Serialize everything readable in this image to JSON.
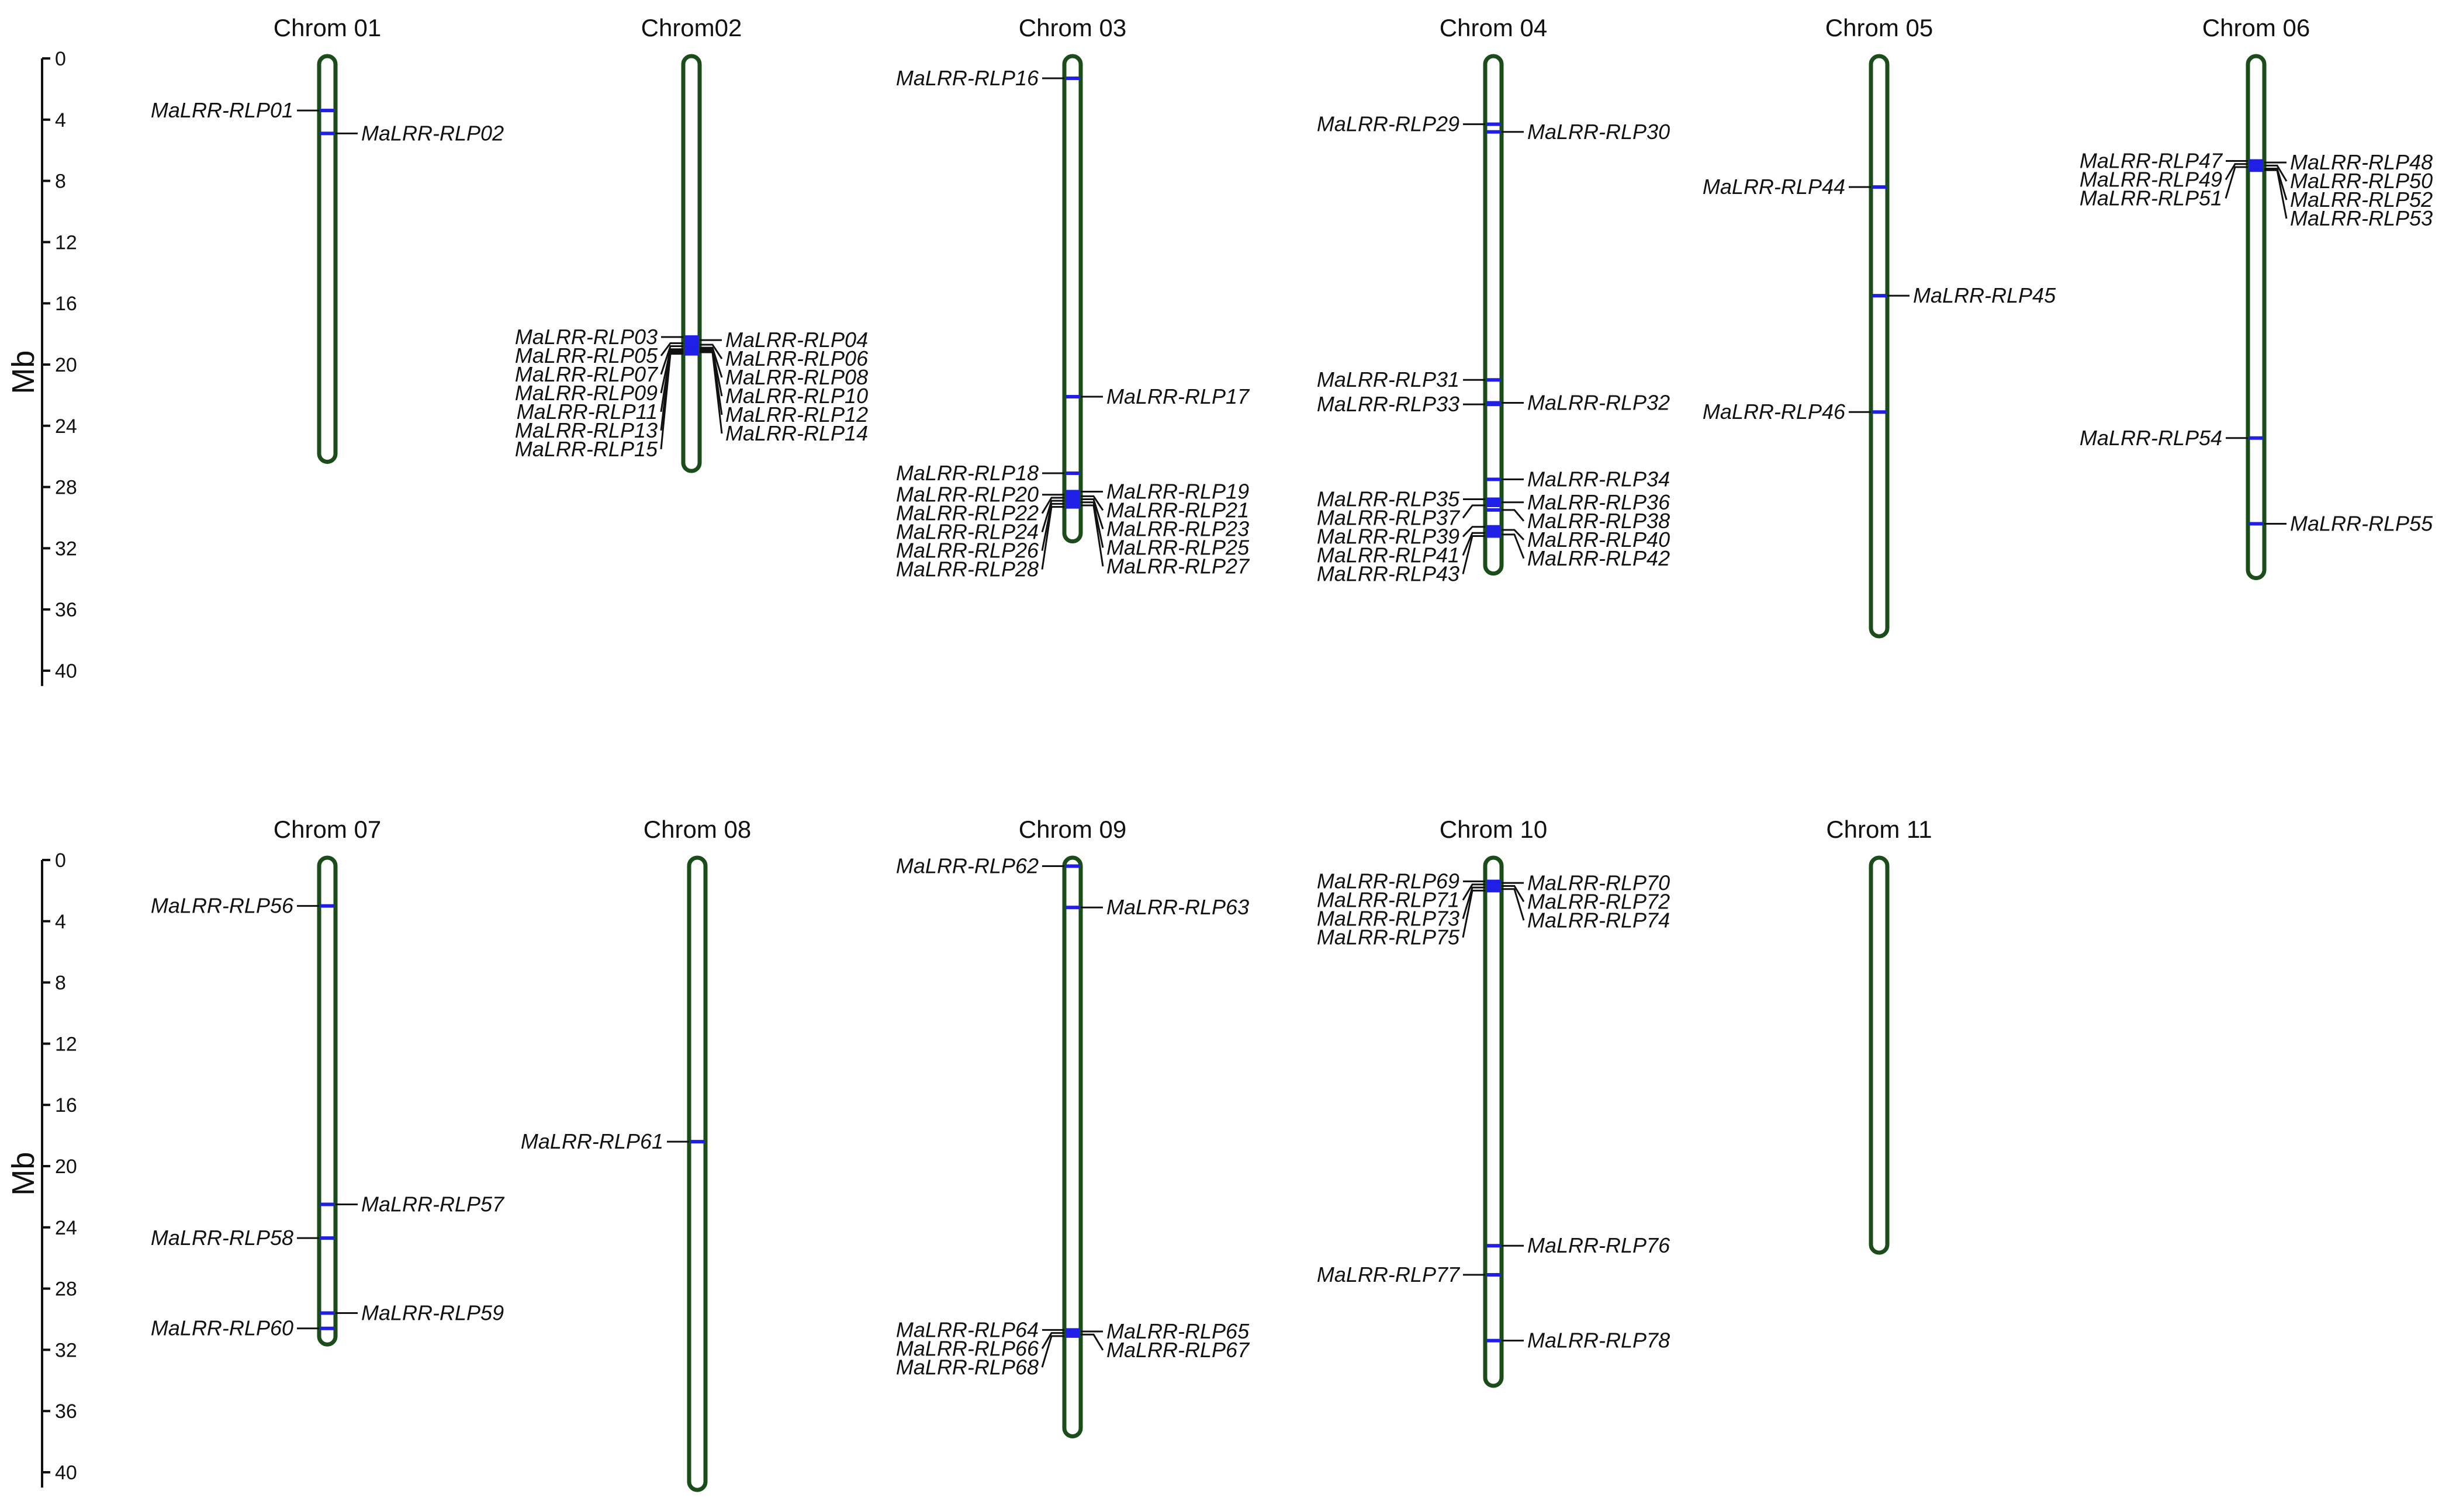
{
  "chart_data": {
    "type": "chromosome_map",
    "unit": "Mb",
    "axis": {
      "label": "Mb",
      "ticks": [
        0,
        4,
        8,
        12,
        16,
        20,
        24,
        28,
        32,
        36,
        40
      ],
      "range": [
        0,
        41
      ]
    },
    "colors": {
      "chromosome_outline": "#1a4d1a",
      "gene_band": "#1f1fe6"
    },
    "rows": [
      {
        "chromosomes": [
          {
            "name": "Chrom 01",
            "length": 26.2,
            "genes": [
              {
                "id": "MaLRR-RLP01",
                "pos": 3.4,
                "side": "left"
              },
              {
                "id": "MaLRR-RLP02",
                "pos": 4.9,
                "side": "right"
              }
            ]
          },
          {
            "name": "Chrom02",
            "length": 26.8,
            "genes": [
              {
                "id": "MaLRR-RLP03",
                "pos": 18.2,
                "side": "left"
              },
              {
                "id": "MaLRR-RLP04",
                "pos": 18.4,
                "side": "right"
              },
              {
                "id": "MaLRR-RLP05",
                "pos": 18.6,
                "side": "left"
              },
              {
                "id": "MaLRR-RLP06",
                "pos": 18.7,
                "side": "right"
              },
              {
                "id": "MaLRR-RLP07",
                "pos": 18.8,
                "side": "left"
              },
              {
                "id": "MaLRR-RLP08",
                "pos": 18.9,
                "side": "right"
              },
              {
                "id": "MaLRR-RLP09",
                "pos": 19.0,
                "side": "left"
              },
              {
                "id": "MaLRR-RLP10",
                "pos": 19.0,
                "side": "right"
              },
              {
                "id": "MaLRR-RLP11",
                "pos": 19.1,
                "side": "left"
              },
              {
                "id": "MaLRR-RLP12",
                "pos": 19.1,
                "side": "right"
              },
              {
                "id": "MaLRR-RLP13",
                "pos": 19.2,
                "side": "left"
              },
              {
                "id": "MaLRR-RLP14",
                "pos": 19.2,
                "side": "right"
              },
              {
                "id": "MaLRR-RLP15",
                "pos": 19.3,
                "side": "left"
              }
            ]
          },
          {
            "name": "Chrom 03",
            "length": 31.4,
            "genes": [
              {
                "id": "MaLRR-RLP16",
                "pos": 1.3,
                "side": "left"
              },
              {
                "id": "MaLRR-RLP17",
                "pos": 22.1,
                "side": "right"
              },
              {
                "id": "MaLRR-RLP18",
                "pos": 27.1,
                "side": "left"
              },
              {
                "id": "MaLRR-RLP19",
                "pos": 28.3,
                "side": "right"
              },
              {
                "id": "MaLRR-RLP20",
                "pos": 28.5,
                "side": "left"
              },
              {
                "id": "MaLRR-RLP21",
                "pos": 28.6,
                "side": "right"
              },
              {
                "id": "MaLRR-RLP22",
                "pos": 28.7,
                "side": "left"
              },
              {
                "id": "MaLRR-RLP23",
                "pos": 28.8,
                "side": "right"
              },
              {
                "id": "MaLRR-RLP24",
                "pos": 28.9,
                "side": "left"
              },
              {
                "id": "MaLRR-RLP25",
                "pos": 29.0,
                "side": "right"
              },
              {
                "id": "MaLRR-RLP26",
                "pos": 29.1,
                "side": "left"
              },
              {
                "id": "MaLRR-RLP27",
                "pos": 29.2,
                "side": "right"
              },
              {
                "id": "MaLRR-RLP28",
                "pos": 29.3,
                "side": "left"
              }
            ]
          },
          {
            "name": "Chrom 04",
            "length": 33.5,
            "genes": [
              {
                "id": "MaLRR-RLP29",
                "pos": 4.3,
                "side": "left"
              },
              {
                "id": "MaLRR-RLP30",
                "pos": 4.8,
                "side": "right"
              },
              {
                "id": "MaLRR-RLP31",
                "pos": 21.0,
                "side": "left"
              },
              {
                "id": "MaLRR-RLP32",
                "pos": 22.5,
                "side": "right"
              },
              {
                "id": "MaLRR-RLP33",
                "pos": 22.6,
                "side": "left"
              },
              {
                "id": "MaLRR-RLP34",
                "pos": 27.5,
                "side": "right"
              },
              {
                "id": "MaLRR-RLP35",
                "pos": 28.8,
                "side": "left"
              },
              {
                "id": "MaLRR-RLP36",
                "pos": 29.0,
                "side": "right"
              },
              {
                "id": "MaLRR-RLP37",
                "pos": 29.2,
                "side": "left"
              },
              {
                "id": "MaLRR-RLP38",
                "pos": 29.5,
                "side": "right"
              },
              {
                "id": "MaLRR-RLP39",
                "pos": 30.6,
                "side": "left"
              },
              {
                "id": "MaLRR-RLP40",
                "pos": 30.8,
                "side": "right"
              },
              {
                "id": "MaLRR-RLP41",
                "pos": 31.0,
                "side": "left"
              },
              {
                "id": "MaLRR-RLP42",
                "pos": 31.1,
                "side": "right"
              },
              {
                "id": "MaLRR-RLP43",
                "pos": 31.2,
                "side": "left"
              }
            ]
          },
          {
            "name": "Chrom 05",
            "length": 37.6,
            "genes": [
              {
                "id": "MaLRR-RLP44",
                "pos": 8.4,
                "side": "left"
              },
              {
                "id": "MaLRR-RLP45",
                "pos": 15.5,
                "side": "right"
              },
              {
                "id": "MaLRR-RLP46",
                "pos": 23.1,
                "side": "left"
              }
            ]
          },
          {
            "name": "Chrom 06",
            "length": 33.8,
            "genes": [
              {
                "id": "MaLRR-RLP47",
                "pos": 6.7,
                "side": "left"
              },
              {
                "id": "MaLRR-RLP48",
                "pos": 6.8,
                "side": "right"
              },
              {
                "id": "MaLRR-RLP49",
                "pos": 6.9,
                "side": "left"
              },
              {
                "id": "MaLRR-RLP50",
                "pos": 7.0,
                "side": "right"
              },
              {
                "id": "MaLRR-RLP51",
                "pos": 7.1,
                "side": "left"
              },
              {
                "id": "MaLRR-RLP52",
                "pos": 7.2,
                "side": "right"
              },
              {
                "id": "MaLRR-RLP53",
                "pos": 7.3,
                "side": "right"
              },
              {
                "id": "MaLRR-RLP54",
                "pos": 24.8,
                "side": "left"
              },
              {
                "id": "MaLRR-RLP55",
                "pos": 30.4,
                "side": "right"
              }
            ]
          }
        ]
      },
      {
        "chromosomes": [
          {
            "name": "Chrom 07",
            "length": 31.5,
            "genes": [
              {
                "id": "MaLRR-RLP56",
                "pos": 3.0,
                "side": "left"
              },
              {
                "id": "MaLRR-RLP57",
                "pos": 22.5,
                "side": "right"
              },
              {
                "id": "MaLRR-RLP58",
                "pos": 24.7,
                "side": "left"
              },
              {
                "id": "MaLRR-RLP59",
                "pos": 29.6,
                "side": "right"
              },
              {
                "id": "MaLRR-RLP60",
                "pos": 30.6,
                "side": "left"
              }
            ]
          },
          {
            "name": "Chrom 08",
            "length": 41.0,
            "genes": [
              {
                "id": "MaLRR-RLP61",
                "pos": 18.4,
                "side": "left"
              }
            ]
          },
          {
            "name": "Chrom 09",
            "length": 37.5,
            "genes": [
              {
                "id": "MaLRR-RLP62",
                "pos": 0.4,
                "side": "left"
              },
              {
                "id": "MaLRR-RLP63",
                "pos": 3.1,
                "side": "right"
              },
              {
                "id": "MaLRR-RLP64",
                "pos": 30.7,
                "side": "left"
              },
              {
                "id": "MaLRR-RLP65",
                "pos": 30.8,
                "side": "right"
              },
              {
                "id": "MaLRR-RLP66",
                "pos": 30.9,
                "side": "left"
              },
              {
                "id": "MaLRR-RLP67",
                "pos": 31.0,
                "side": "right"
              },
              {
                "id": "MaLRR-RLP68",
                "pos": 31.1,
                "side": "left"
              }
            ]
          },
          {
            "name": "Chrom 10",
            "length": 34.2,
            "genes": [
              {
                "id": "MaLRR-RLP69",
                "pos": 1.4,
                "side": "left"
              },
              {
                "id": "MaLRR-RLP70",
                "pos": 1.5,
                "side": "right"
              },
              {
                "id": "MaLRR-RLP71",
                "pos": 1.6,
                "side": "left"
              },
              {
                "id": "MaLRR-RLP72",
                "pos": 1.7,
                "side": "right"
              },
              {
                "id": "MaLRR-RLP73",
                "pos": 1.8,
                "side": "left"
              },
              {
                "id": "MaLRR-RLP74",
                "pos": 1.9,
                "side": "right"
              },
              {
                "id": "MaLRR-RLP75",
                "pos": 2.0,
                "side": "left"
              },
              {
                "id": "MaLRR-RLP76",
                "pos": 25.2,
                "side": "right"
              },
              {
                "id": "MaLRR-RLP77",
                "pos": 27.1,
                "side": "left"
              },
              {
                "id": "MaLRR-RLP78",
                "pos": 31.4,
                "side": "right"
              }
            ]
          },
          {
            "name": "Chrom 11",
            "length": 25.5,
            "genes": []
          }
        ]
      }
    ]
  }
}
